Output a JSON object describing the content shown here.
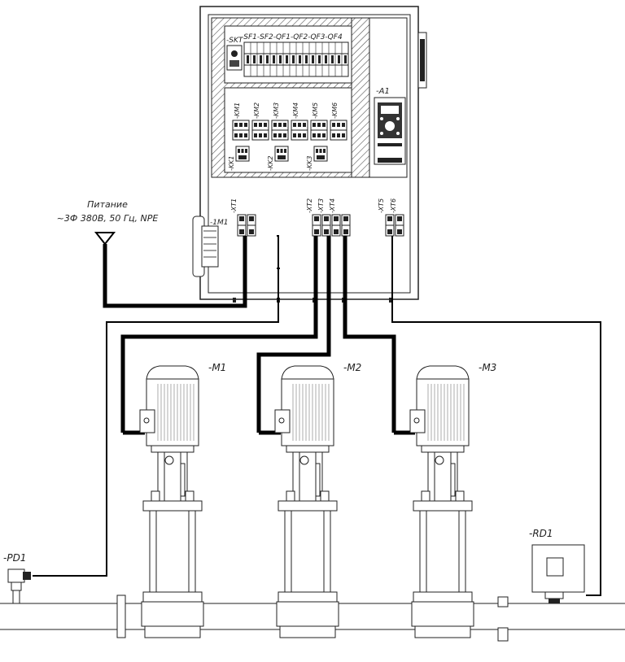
{
  "power": {
    "label_line1": "Питание",
    "label_line2": "~3Ф 380В, 50 Гц, NPE"
  },
  "cabinet": {
    "skt": "-SKT",
    "breakers": "-SF1-SF2-QF1-QF2-QF3-QF4",
    "contactors": [
      "-KM1",
      "-KM2",
      "-KM3",
      "-KM4",
      "-KM5",
      "-KM6"
    ],
    "overloads": [
      "-KK1",
      "-KK2",
      "-KK3"
    ],
    "controller": "-A1",
    "fan": "-1M1",
    "terminals": [
      "-XT1",
      "-XT2",
      "-XT3",
      "-XT4",
      "-XT5",
      "-XT6"
    ]
  },
  "motors": [
    "-M1",
    "-M2",
    "-M3"
  ],
  "sensors": {
    "pressure_sensor": "-PD1",
    "pressure_relay": "-RD1"
  }
}
